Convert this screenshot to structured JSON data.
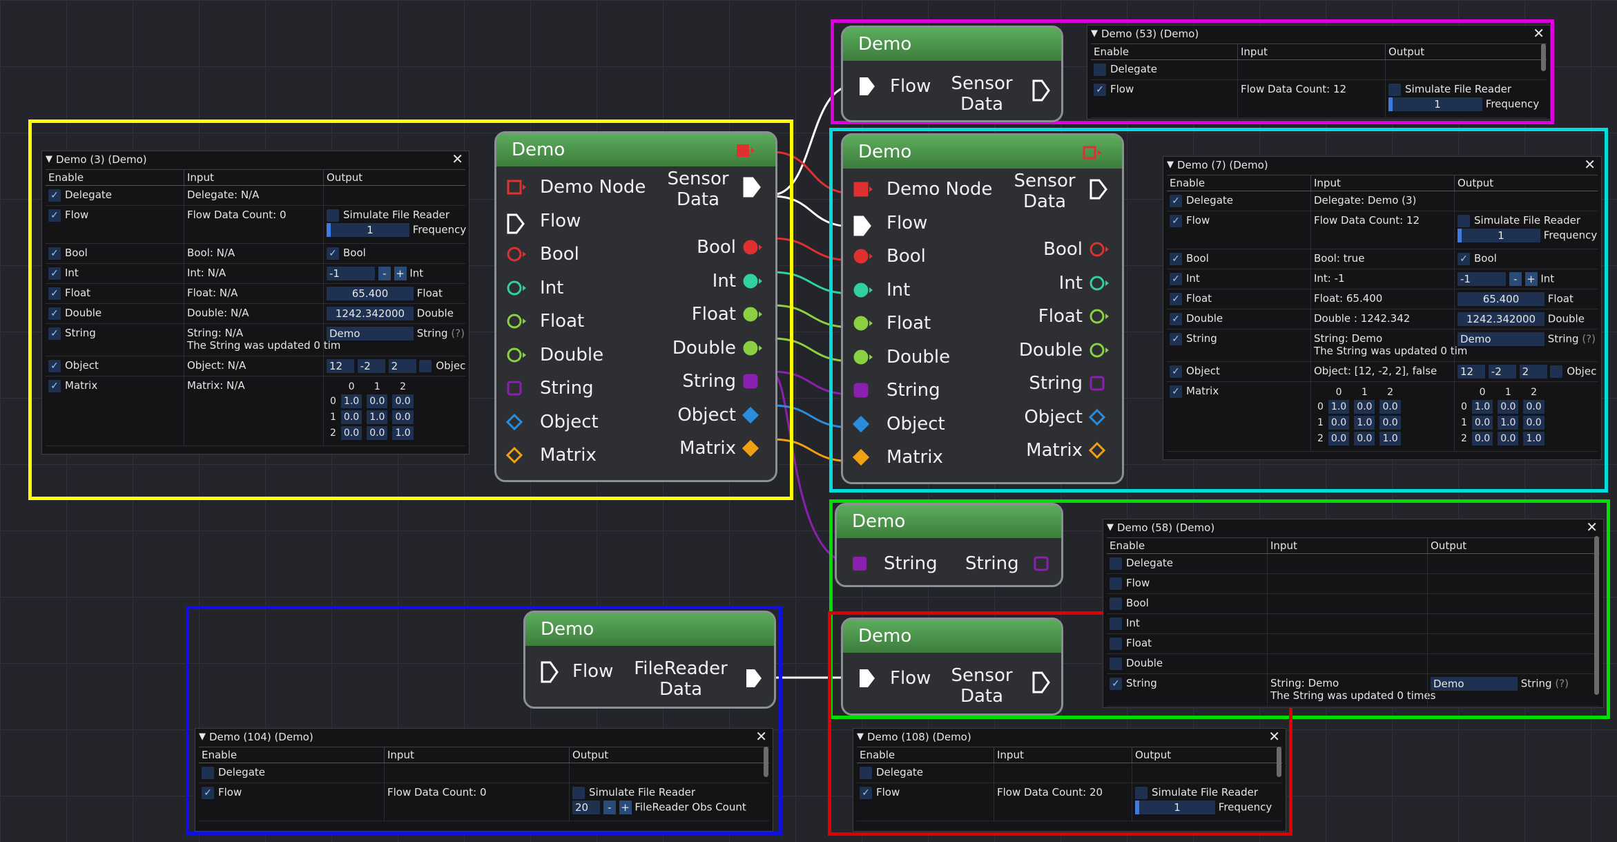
{
  "colors": {
    "yellow": "#ffff00",
    "magenta": "#dd00dd",
    "cyan": "#00dddd",
    "green": "#00dd00",
    "blue": "#1010e0",
    "red": "#e00000",
    "node_header": "#4c9a4c",
    "bool_pin": "#e03030",
    "int_pin": "#30d0a0",
    "float_pin": "#8ad040",
    "double_pin": "#8ad040",
    "string_pin": "#8a1fb0",
    "object_pin": "#2a8cdc",
    "matrix_pin": "#f0a010"
  },
  "nodes": {
    "n1": {
      "title": "Demo",
      "inputs": [
        "Demo Node",
        "Flow",
        "Bool",
        "Int",
        "Float",
        "Double",
        "String",
        "Object",
        "Matrix"
      ],
      "outputs": [
        "Sensor Data",
        "Bool",
        "Int",
        "Float",
        "Double",
        "String",
        "Object",
        "Matrix"
      ]
    },
    "n2": {
      "title": "Demo",
      "inputs": [
        "Demo Node",
        "Flow",
        "Bool",
        "Int",
        "Float",
        "Double",
        "String",
        "Object",
        "Matrix"
      ],
      "outputs": [
        "Sensor Data",
        "Bool",
        "Int",
        "Float",
        "Double",
        "String",
        "Object",
        "Matrix"
      ]
    },
    "n53": {
      "title": "Demo",
      "in": "Flow",
      "out": "Sensor Data"
    },
    "n58": {
      "title": "Demo",
      "in": "String",
      "out": "String"
    },
    "n104": {
      "title": "Demo",
      "in": "Flow",
      "out": "FileReader Data"
    },
    "n108": {
      "title": "Demo",
      "in": "Flow",
      "out": "Sensor Data"
    }
  },
  "windows": {
    "w3": {
      "title": "Demo (3) (Demo)",
      "headers": [
        "Enable",
        "Input",
        "Output"
      ],
      "rows": {
        "delegate": {
          "label": "Delegate",
          "input": "Delegate: N/A"
        },
        "flow": {
          "label": "Flow",
          "input": "Flow Data Count: 0",
          "sim": "Simulate File Reader",
          "freq_value": "1",
          "freq_label": "Frequency"
        },
        "bool": {
          "label": "Bool",
          "input": "Bool: N/A",
          "out": "Bool"
        },
        "int": {
          "label": "Int",
          "input": "Int: N/A",
          "value": "-1",
          "out": "Int"
        },
        "float": {
          "label": "Float",
          "input": "Float: N/A",
          "value": "65.400",
          "out": "Float"
        },
        "double": {
          "label": "Double",
          "input": "Double: N/A",
          "value": "1242.342000",
          "out": "Double"
        },
        "string": {
          "label": "String",
          "input": "String: N/A",
          "input2": "The String was updated 0 tim",
          "value": "Demo",
          "out": "String",
          "hint": "(?)"
        },
        "object": {
          "label": "Object",
          "input": "Object: N/A",
          "v1": "12",
          "v2": "-2",
          "v3": "2",
          "out": "Objec"
        },
        "matrix": {
          "label": "Matrix",
          "input": "Matrix: N/A"
        }
      }
    },
    "w7": {
      "title": "Demo (7) (Demo)",
      "headers": [
        "Enable",
        "Input",
        "Output"
      ],
      "rows": {
        "delegate": {
          "label": "Delegate",
          "input": "Delegate: Demo (3)"
        },
        "flow": {
          "label": "Flow",
          "input": "Flow Data Count: 12",
          "sim": "Simulate File Reader",
          "freq_value": "1",
          "freq_label": "Frequency"
        },
        "bool": {
          "label": "Bool",
          "input": "Bool: true",
          "out": "Bool"
        },
        "int": {
          "label": "Int",
          "input": "Int: -1",
          "value": "-1",
          "out": "Int"
        },
        "float": {
          "label": "Float",
          "input": "Float: 65.400",
          "value": "65.400",
          "out": "Float"
        },
        "double": {
          "label": "Double",
          "input": "Double : 1242.342",
          "value": "1242.342000",
          "out": "Double"
        },
        "string": {
          "label": "String",
          "input": "String: Demo",
          "input2": "The String was updated 0 tim",
          "value": "Demo",
          "out": "String",
          "hint": "(?)"
        },
        "object": {
          "label": "Object",
          "input": "Object: [12, -2, 2], false",
          "v1": "12",
          "v2": "-2",
          "v3": "2",
          "out": "Objec"
        },
        "matrix": {
          "label": "Matrix"
        }
      }
    },
    "w53": {
      "title": "Demo (53) (Demo)",
      "headers": [
        "Enable",
        "Input",
        "Output"
      ],
      "rows": {
        "delegate": {
          "label": "Delegate"
        },
        "flow": {
          "label": "Flow",
          "input": "Flow Data Count: 12",
          "sim": "Simulate File Reader",
          "freq_value": "1",
          "freq_label": "Frequency"
        }
      }
    },
    "w58": {
      "title": "Demo (58) (Demo)",
      "headers": [
        "Enable",
        "Input",
        "Output"
      ],
      "rows": {
        "delegate": {
          "label": "Delegate"
        },
        "flow": {
          "label": "Flow"
        },
        "bool": {
          "label": "Bool"
        },
        "int": {
          "label": "Int"
        },
        "float": {
          "label": "Float"
        },
        "double": {
          "label": "Double"
        },
        "string": {
          "label": "String",
          "input": "String: Demo",
          "input2": "The String was updated 0 times",
          "value": "Demo",
          "out": "String",
          "hint": "(?)"
        }
      }
    },
    "w104": {
      "title": "Demo (104) (Demo)",
      "headers": [
        "Enable",
        "Input",
        "Output"
      ],
      "rows": {
        "delegate": {
          "label": "Delegate"
        },
        "flow": {
          "label": "Flow",
          "input": "Flow Data Count: 0",
          "sim": "Simulate File Reader",
          "count_value": "20",
          "count_label": "FileReader Obs Count"
        }
      }
    },
    "w108": {
      "title": "Demo (108) (Demo)",
      "headers": [
        "Enable",
        "Input",
        "Output"
      ],
      "rows": {
        "delegate": {
          "label": "Delegate"
        },
        "flow": {
          "label": "Flow",
          "input": "Flow Data Count: 20",
          "sim": "Simulate File Reader",
          "freq_value": "1",
          "freq_label": "Frequency"
        }
      }
    }
  },
  "matrix": {
    "col_headers": [
      "0",
      "1",
      "2"
    ],
    "row_headers": [
      "0",
      "1",
      "2"
    ],
    "values": [
      [
        "1.0",
        "0.0",
        "0.0"
      ],
      [
        "0.0",
        "1.0",
        "0.0"
      ],
      [
        "0.0",
        "0.0",
        "1.0"
      ]
    ]
  },
  "icons": {
    "triangle": "▼",
    "close": "✕",
    "check": "✓",
    "minus": "-",
    "plus": "+"
  }
}
